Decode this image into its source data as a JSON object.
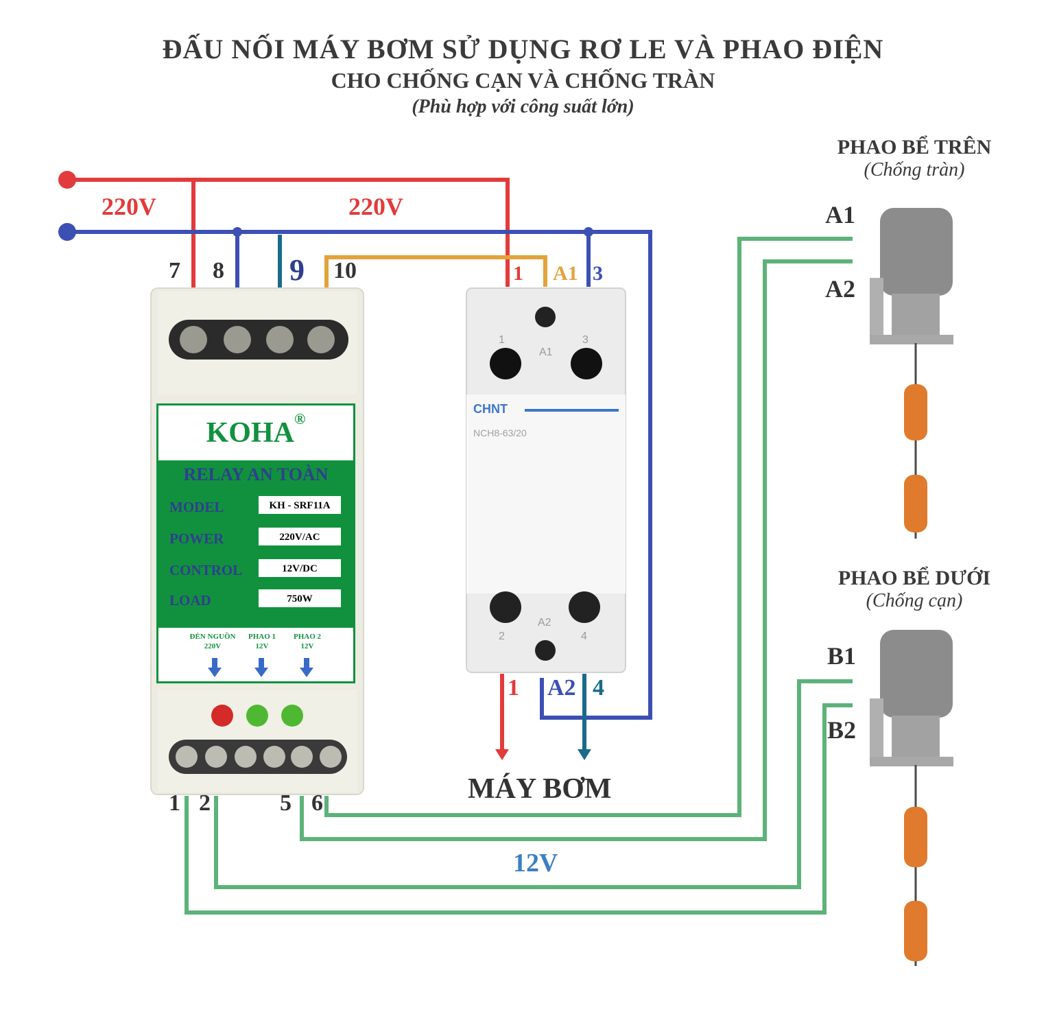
{
  "title": {
    "line1": "ĐẤU NỐI MÁY BƠM SỬ DỤNG RƠ LE VÀ PHAO ĐIỆN",
    "line2": "CHO CHỐNG CẠN VÀ CHỐNG TRÀN",
    "line3": "(Phù hợp với công suất lớn)"
  },
  "supply": {
    "left_voltage": "220V",
    "right_voltage": "220V"
  },
  "relay_terminals_top": [
    "7",
    "8",
    "9",
    "10"
  ],
  "relay_terminals_bottom": [
    "1",
    "2",
    "5",
    "6"
  ],
  "relay_panel": {
    "brand": "KOHA",
    "registered": "®",
    "name": "RELAY AN TOÀN",
    "specs": [
      {
        "label": "MODEL",
        "value": "KH - SRF11A"
      },
      {
        "label": "POWER",
        "value": "220V/AC"
      },
      {
        "label": "CONTROL",
        "value": "12V/DC"
      },
      {
        "label": "LOAD",
        "value": "750W"
      }
    ],
    "indicators": [
      {
        "name": "ĐÈN NGUỒN",
        "voltage": "220V",
        "color": "#d42a2a"
      },
      {
        "name": "PHAO 1",
        "voltage": "12V",
        "color": "#4fb832"
      },
      {
        "name": "PHAO 2",
        "voltage": "12V",
        "color": "#4fb832"
      }
    ]
  },
  "contactor": {
    "brand": "CHNT",
    "model": "NCH8-63/20",
    "terminal_top_labels": [
      "1",
      "A1",
      "3"
    ],
    "terminal_bottom_labels": [
      "1",
      "A2",
      "4"
    ],
    "face_top": [
      "1",
      "A1",
      "3"
    ],
    "face_bottom": [
      "2",
      "A2",
      "4"
    ]
  },
  "pump_label": "MÁY BƠM",
  "control_voltage": "12V",
  "float_upper": {
    "title": "PHAO BỂ TRÊN",
    "subtitle": "(Chống tràn)",
    "wire1": "A1",
    "wire2": "A2"
  },
  "float_lower": {
    "title": "PHAO BỂ DƯỚI",
    "subtitle": "(Chống cạn)",
    "wire1": "B1",
    "wire2": "B2"
  },
  "colors": {
    "phase": "#e23b3b",
    "neutral": "#3c50b4",
    "control_out": "#1a6a8a",
    "coil": "#e3a23a",
    "float_wire": "#5db279",
    "relay_green": "#11913e",
    "label_blue": "#2f3f8e"
  }
}
